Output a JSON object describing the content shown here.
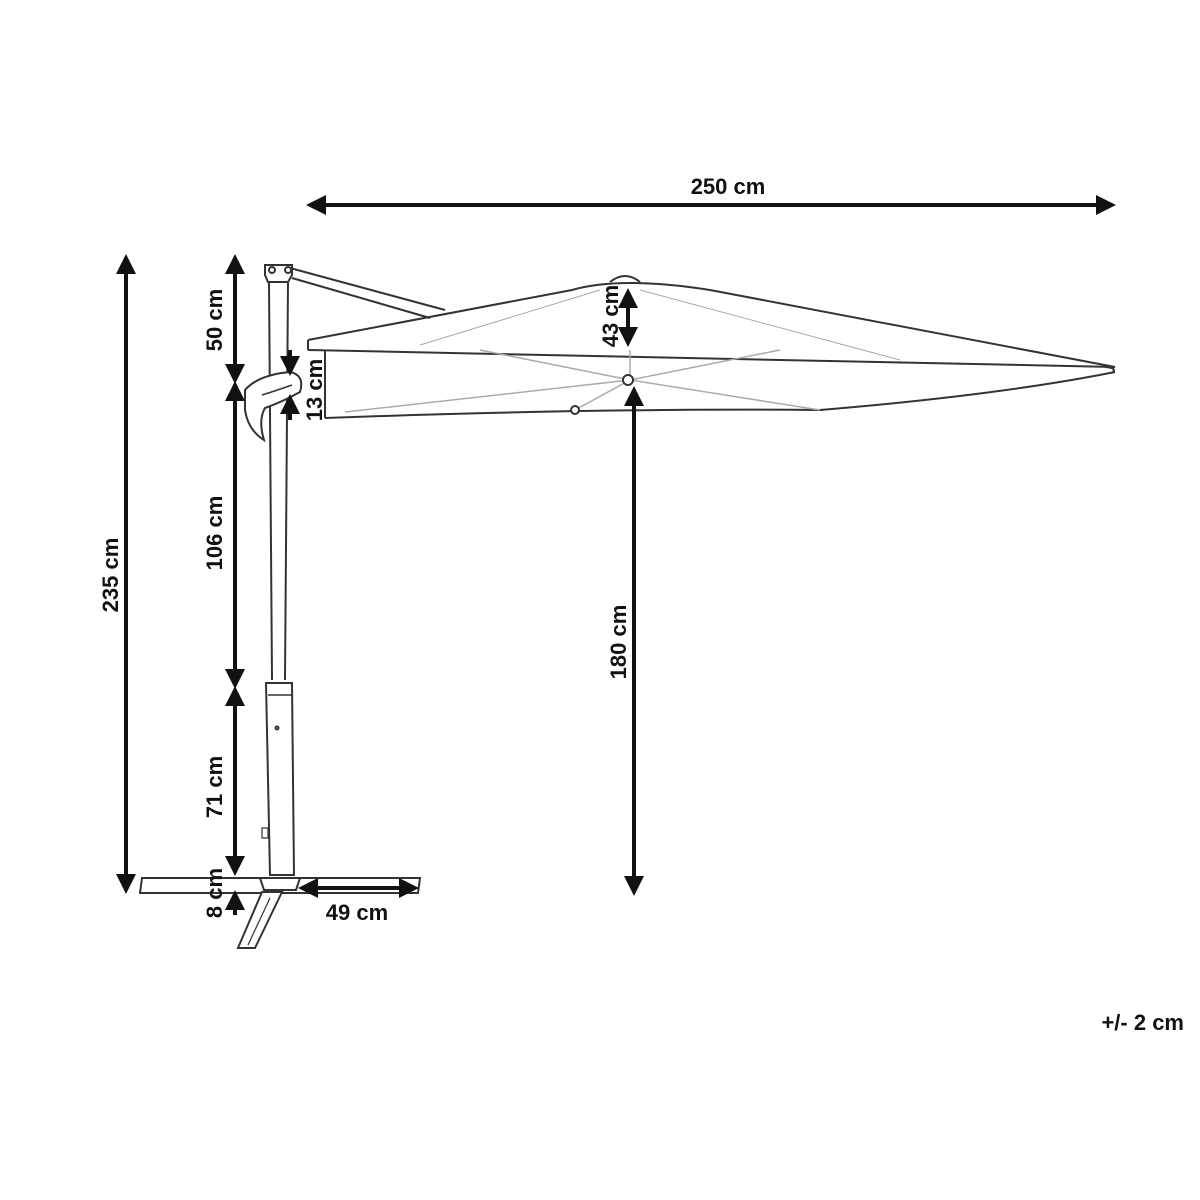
{
  "diagram": {
    "subject": "cantilever parasol with cross base",
    "colors": {
      "line": "#111111",
      "outline": "#333333",
      "background": "#ffffff"
    },
    "dimensions": {
      "canopy_width": "250 cm",
      "total_height": "235 cm",
      "top_section": "50 cm",
      "crank_offset": "13 cm",
      "middle_section": "106 cm",
      "lower_section": "71 cm",
      "base_height": "8 cm",
      "base_arm": "49 cm",
      "canopy_depth": "43 cm",
      "clearance_height": "180 cm"
    },
    "tolerance": "+/- 2 cm"
  }
}
